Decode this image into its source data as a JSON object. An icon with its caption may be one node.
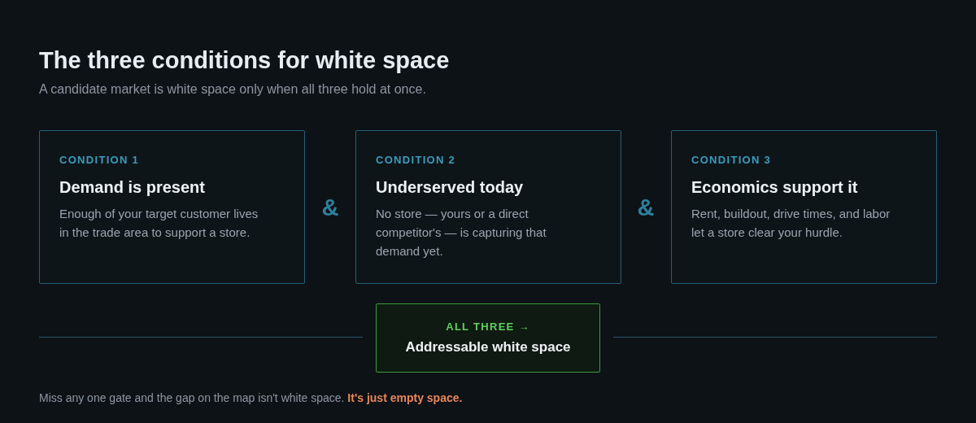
{
  "diagram": {
    "title": "The three conditions for white space",
    "nodes": [
      {
        "text": [
          "CONDITION 1",
          "Demand is present",
          "Enough of your target customer lives in the trade area to support a store."
        ]
      },
      {
        "text": [
          "CONDITION 2",
          "Underserved today",
          "No store — yours or a direct competitor's — is capturing that demand yet."
        ]
      },
      {
        "text": [
          "CONDITION 3",
          "Economics support it",
          "Rent, buildout, drive times, and labor let a store clear your hurdle."
        ]
      },
      {
        "text": [
          "ALL THREE →",
          "Addressable white space"
        ]
      }
    ],
    "labels": [
      "A candidate market is white space only when all three hold at once.",
      "&",
      "&",
      "Miss any one gate and the gap on the map isn't white space. **It's just empty space.**"
    ]
  }
}
